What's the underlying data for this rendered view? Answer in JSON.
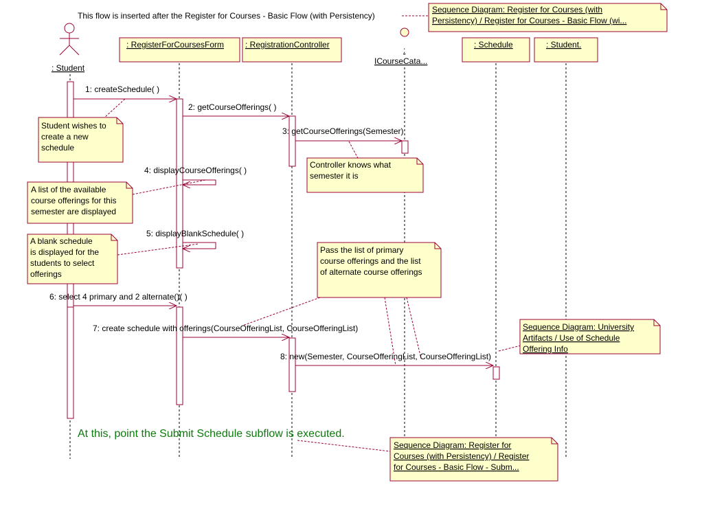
{
  "header_text": "This flow is inserted after the Register for Courses - Basic Flow (with Persistency)",
  "colors": {
    "line": "#990033",
    "box_fill": "#ffffcc",
    "box_border": "#990033",
    "highlight_text": "#0b7a0b"
  },
  "lifelines": [
    {
      "name": "actor-student",
      "label": ": Student",
      "icon": "actor-stick-figure-icon"
    },
    {
      "name": "register-for-courses-form",
      "label": ": RegisterForCoursesForm"
    },
    {
      "name": "registration-controller",
      "label": ": RegistrationController"
    },
    {
      "name": "icourse-catalog",
      "label_line1": ":",
      "label_line2": "ICourseCata...",
      "icon": "interface-circle-icon"
    },
    {
      "name": "schedule",
      "label": ": Schedule"
    },
    {
      "name": "student",
      "label": ": Student."
    }
  ],
  "messages": [
    {
      "label": "1: createSchedule( )"
    },
    {
      "label": "2: getCourseOfferings( )"
    },
    {
      "label": "3: getCourseOfferings(Semester)"
    },
    {
      "label": "4: displayCourseOfferings( )"
    },
    {
      "label": "5: displayBlankSchedule( )"
    },
    {
      "label": "6: select 4 primary and 2 alternate()( )"
    },
    {
      "label": "7: create schedule with offerings(CourseOfferingList, CourseOfferingList)"
    },
    {
      "label": "8: new(Semester, CourseOfferingList, CourseOfferingList)"
    }
  ],
  "notes": {
    "student_wishes": [
      "Student wishes to",
      "create a new",
      "schedule"
    ],
    "controller_knows": [
      "Controller knows what",
      "semester it is"
    ],
    "list_displayed": [
      "A list of the available",
      "course offerings for this",
      "semester are displayed"
    ],
    "blank_schedule": [
      "A blank schedule",
      "is displayed for the",
      "students to select",
      "offerings"
    ],
    "pass_list": [
      "Pass the list of primary",
      "course offerings and the list",
      "of alternate course offerings"
    ]
  },
  "diagram_links": {
    "top_right": [
      "Sequence Diagram: Register for Courses (with",
      "Persistency) / Register for Courses - Basic Flow (wi..."
    ],
    "university_artifacts": [
      "Sequence Diagram: University",
      "Artifacts / Use of Schedule",
      "Offering Info"
    ],
    "submit_schedule": [
      "Sequence Diagram: Register for",
      "Courses (with Persistency) / Register",
      "for Courses - Basic Flow - Subm..."
    ]
  },
  "footer_text": "At this, point the Submit Schedule subflow is executed."
}
